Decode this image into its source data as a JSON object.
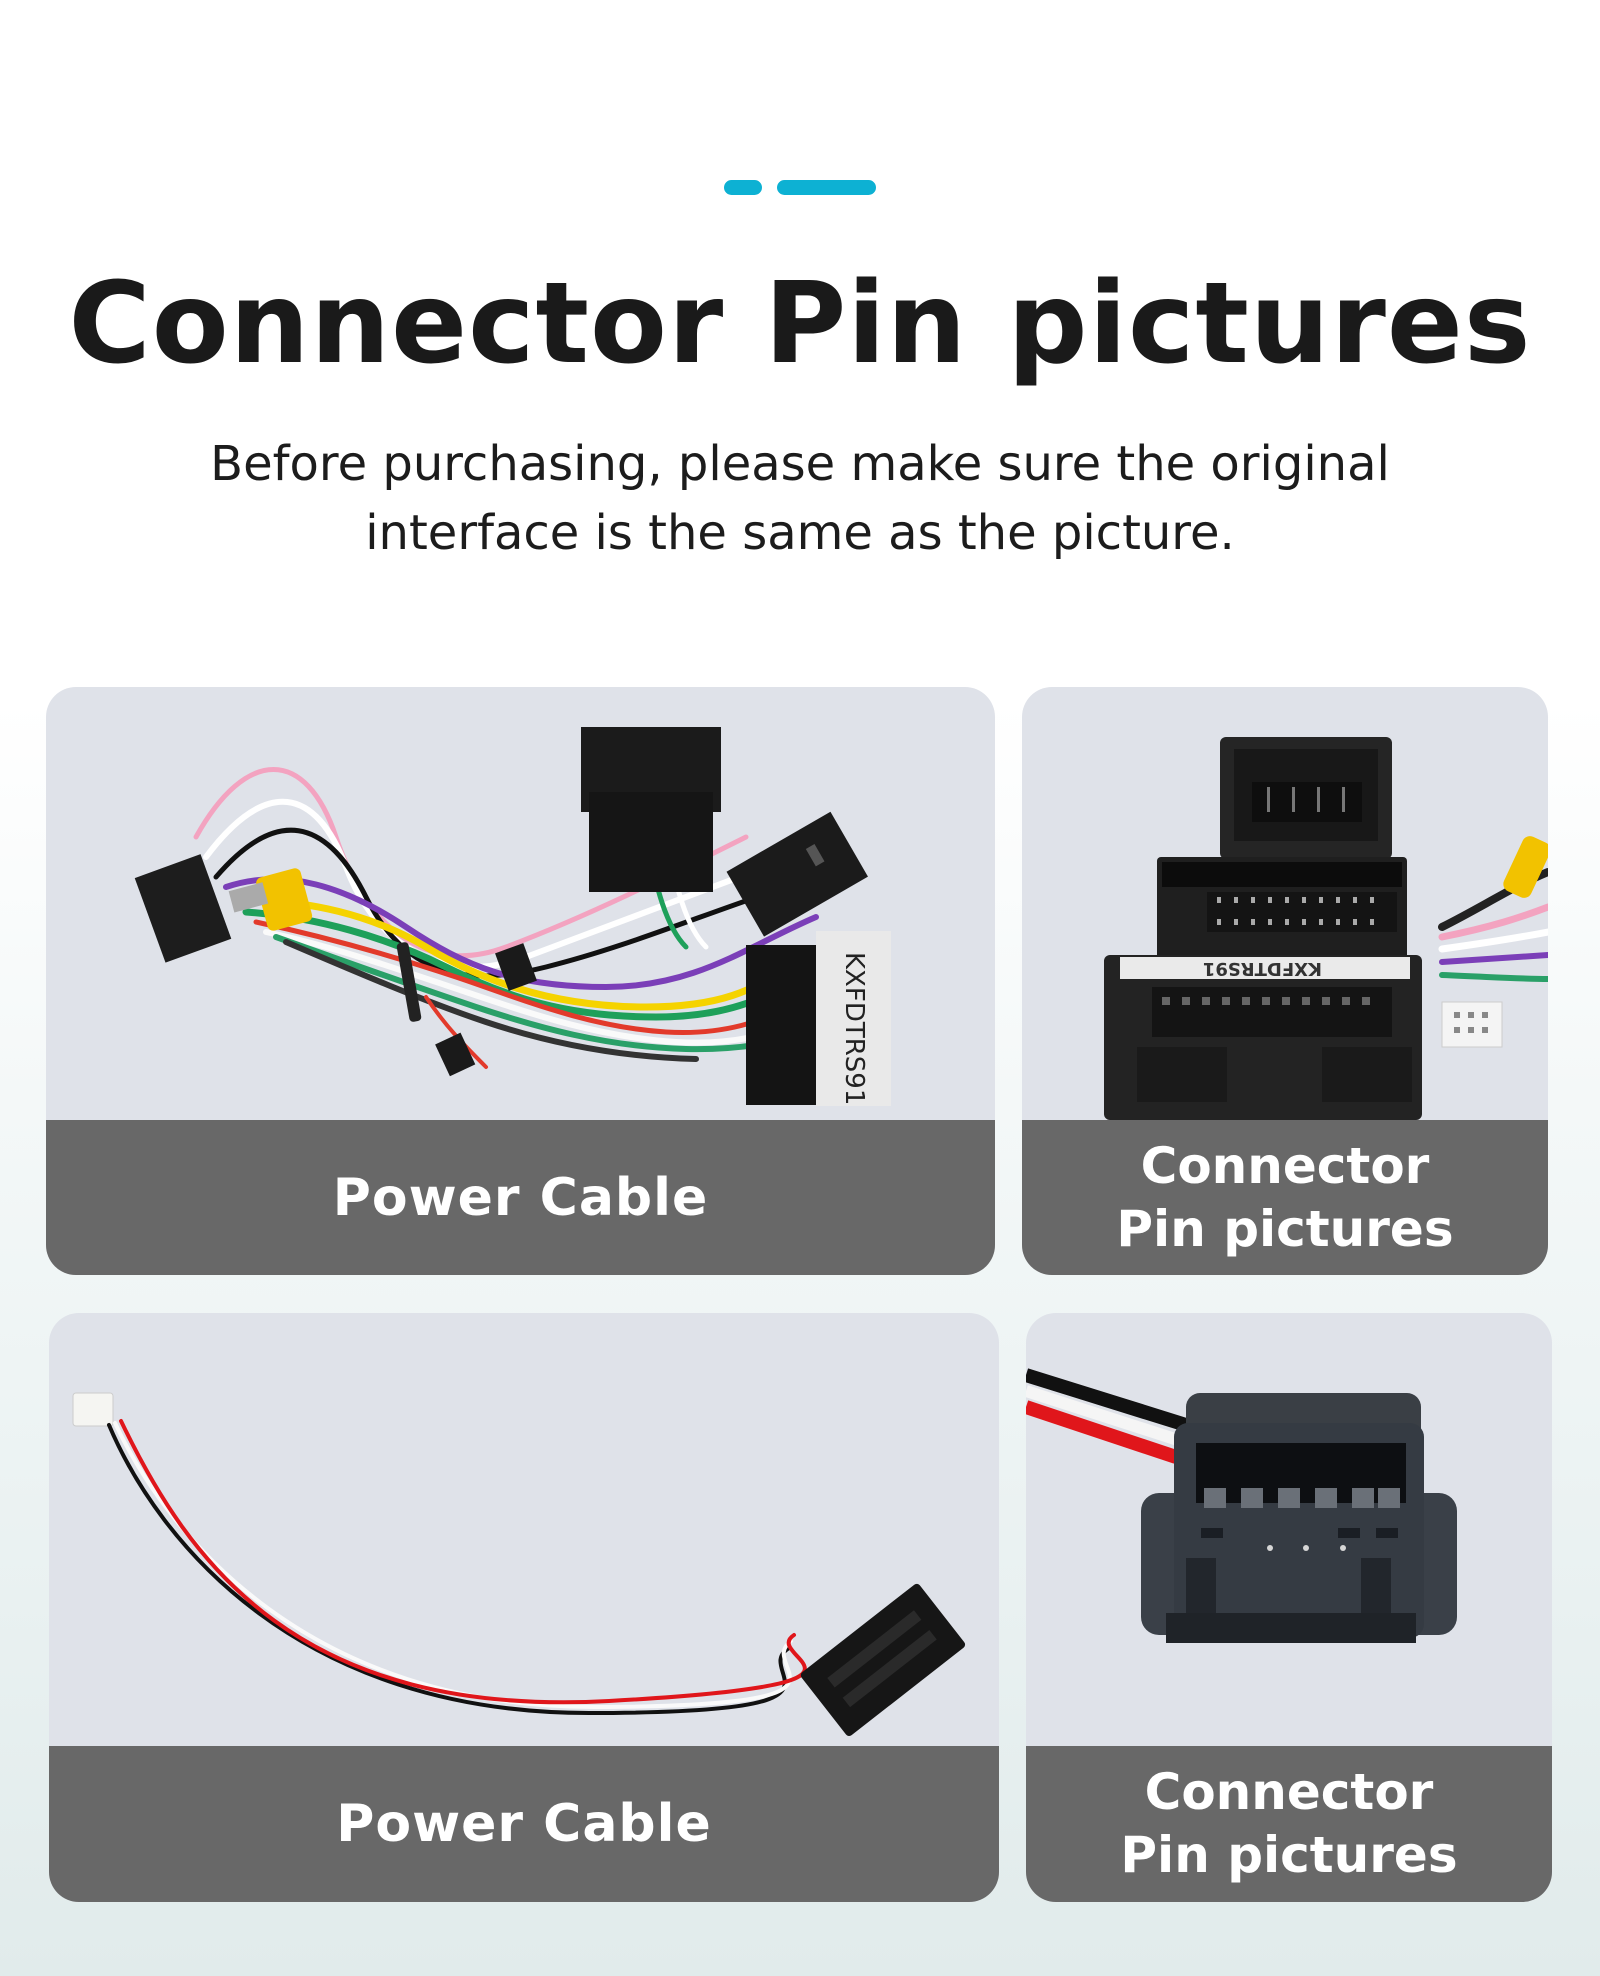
{
  "header": {
    "accent_color": "#0db1d3",
    "decor": [
      "short-dash",
      "long-dash"
    ],
    "title": "Connector Pin pictures",
    "subtitle_lines": [
      "Before purchasing, please make sure the original",
      "interface is the same as the picture."
    ]
  },
  "cards": [
    {
      "caption_lines": [
        "Power Cable"
      ],
      "image": "wiring-harness-with-multiple-connectors",
      "label_text": "KXFDTRS91"
    },
    {
      "caption_lines": [
        "Connector",
        "Pin pictures"
      ],
      "image": "stacked-connector-pin-faces",
      "label_text": "KXFDTRS91"
    },
    {
      "caption_lines": [
        "Power Cable"
      ],
      "image": "three-wire-cable-red-white-black"
    },
    {
      "caption_lines": [
        "Connector",
        "Pin pictures"
      ],
      "image": "single-connector-pin-face"
    }
  ],
  "colors": {
    "caption_bg": "#686868",
    "card_bg": "#dfe2e9",
    "title_text": "#1a1a1a",
    "caption_text": "#ffffff"
  }
}
